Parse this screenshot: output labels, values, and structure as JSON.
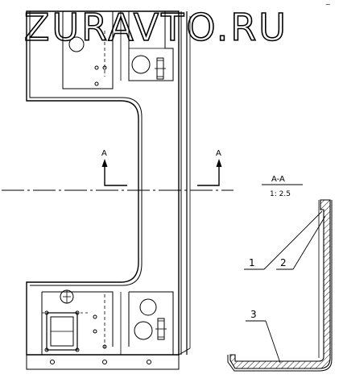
{
  "watermark": "ZURAVTO.RU",
  "corner_mark": "~",
  "section": {
    "marker_left": "A",
    "marker_right": "A",
    "title": "A-A",
    "scale": "1: 2.5"
  },
  "callouts": [
    "1",
    "2",
    "3"
  ]
}
